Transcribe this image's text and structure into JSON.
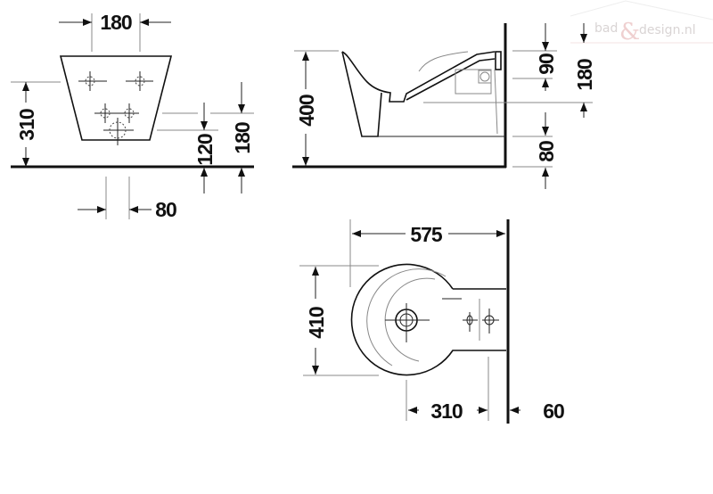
{
  "logo": {
    "text": "bad&design.nl",
    "part1": "bad",
    "amp": "&",
    "part2": "design.nl"
  },
  "front_view": {
    "width_top_holes": "180",
    "hole_height": "310",
    "drain_height": "120",
    "supply_height": "180",
    "drain_offset": "80"
  },
  "side_view": {
    "rim_height": "400",
    "upper_offset": "90",
    "upper_total": "180",
    "lower_offset": "80"
  },
  "top_view": {
    "depth": "575",
    "width": "410",
    "drain_distance": "310",
    "wall_offset": "60"
  }
}
